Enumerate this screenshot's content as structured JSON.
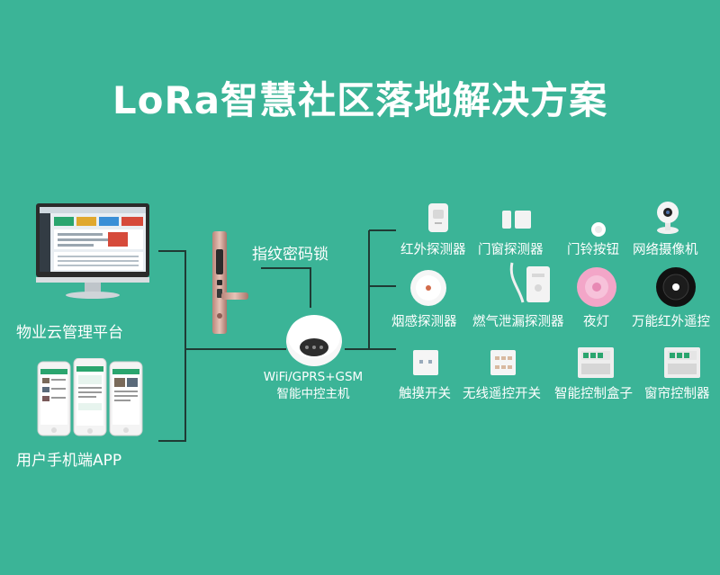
{
  "title": "LoRa智慧社区落地解决方案",
  "left": {
    "platform_label": "物业云管理平台",
    "app_label": "用户手机端APP"
  },
  "lock": {
    "label": "指纹密码锁"
  },
  "hub": {
    "line1": "WiFi/GPRS+GSM",
    "line2": "智能中控主机"
  },
  "devices": {
    "row1": [
      "红外探测器",
      "门窗探测器",
      "门铃按钮",
      "网络摄像机"
    ],
    "row2": [
      "烟感探测器",
      "燃气泄漏探测器",
      "夜灯",
      "万能红外遥控"
    ],
    "row3": [
      "触摸开关",
      "无线遥控开关",
      "智能控制盒子",
      "窗帘控制器"
    ]
  },
  "colors": {
    "background": "#3bb497",
    "line": "#1f3b34",
    "accent_green": "#2aa56e"
  }
}
